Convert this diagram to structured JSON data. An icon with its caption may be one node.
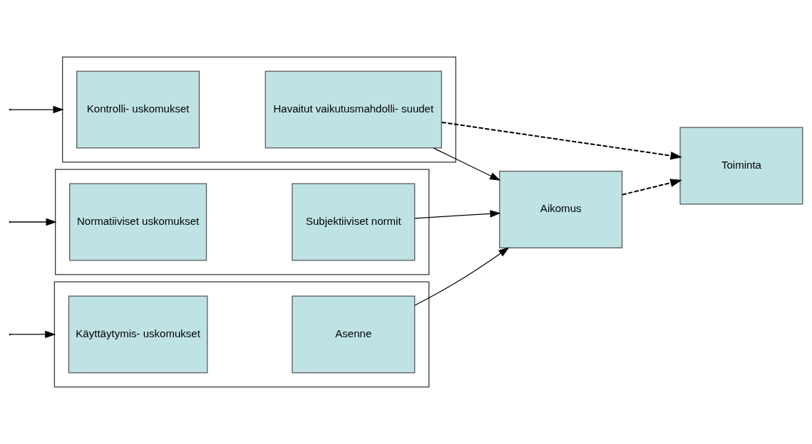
{
  "diagram": {
    "nodes": [
      {
        "text": [],
        "shape": "box"
      },
      {
        "text": [
          "Käyttäytymis- uskomukset"
        ],
        "in": 0
      },
      {
        "text": [
          "Asenne"
        ],
        "in": 0
      },
      {
        "text": [],
        "shape": "box"
      },
      {
        "text": [
          "Normatiiviset uskomukset"
        ],
        "in": 3
      },
      {
        "text": [
          "Subjektiiviset normit"
        ],
        "in": 3
      },
      {
        "text": [],
        "shape": "box"
      },
      {
        "text": [
          "Kontrolli- uskomukset"
        ],
        "in": 6
      },
      {
        "text": [
          "Havaitut vaikutusmahdolli- suudet"
        ],
        "in": 6
      },
      {
        "text": [
          "Aikomus"
        ]
      },
      {
        "text": [
          "Toiminta"
        ]
      }
    ],
    "edges": [
      {
        "from": null,
        "to": 0,
        "arrow": "to"
      },
      {
        "from": null,
        "to": 3,
        "arrow": "to"
      },
      {
        "from": null,
        "to": 6,
        "arrow": "to"
      },
      {
        "from": 2,
        "to": 9,
        "arrow": "to"
      },
      {
        "from": 5,
        "to": 9,
        "arrow": "to"
      },
      {
        "from": 8,
        "to": 9,
        "arrow": "to"
      },
      {
        "from": 9,
        "to": 10,
        "arrow": "to",
        "style": "dashed"
      },
      {
        "from": 8,
        "to": 10,
        "arrow": "to",
        "style": "dashed"
      }
    ]
  }
}
